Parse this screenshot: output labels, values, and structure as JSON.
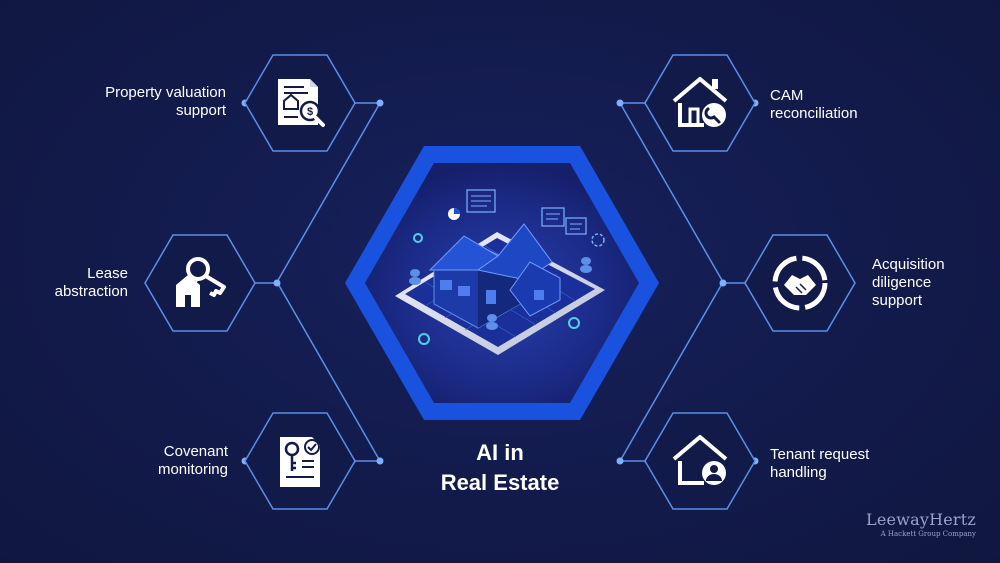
{
  "center": {
    "title_line1": "AI in",
    "title_line2": "Real Estate"
  },
  "items": [
    {
      "line1": "Property valuation",
      "line2": "support",
      "icon": "property-valuation-document-icon"
    },
    {
      "line1": "Lease",
      "line2": "abstraction",
      "icon": "house-key-icon"
    },
    {
      "line1": "Covenant",
      "line2": "monitoring",
      "icon": "key-document-icon"
    },
    {
      "line1": "CAM",
      "line2": "reconciliation",
      "icon": "house-wrench-icon"
    },
    {
      "line1": "Acquisition",
      "line2": "diligence",
      "line3": "support",
      "icon": "handshake-icon"
    },
    {
      "line1": "Tenant request",
      "line2": "handling",
      "icon": "house-user-icon"
    }
  ],
  "brand": {
    "name": "LeewayHertz",
    "subtitle": "A Hackett Group Company"
  },
  "colors": {
    "background": "#121a4a",
    "line": "#5b8fe8",
    "dot": "#7fb0ff",
    "center_hex": "#1a52e0",
    "text": "#ffffff"
  }
}
